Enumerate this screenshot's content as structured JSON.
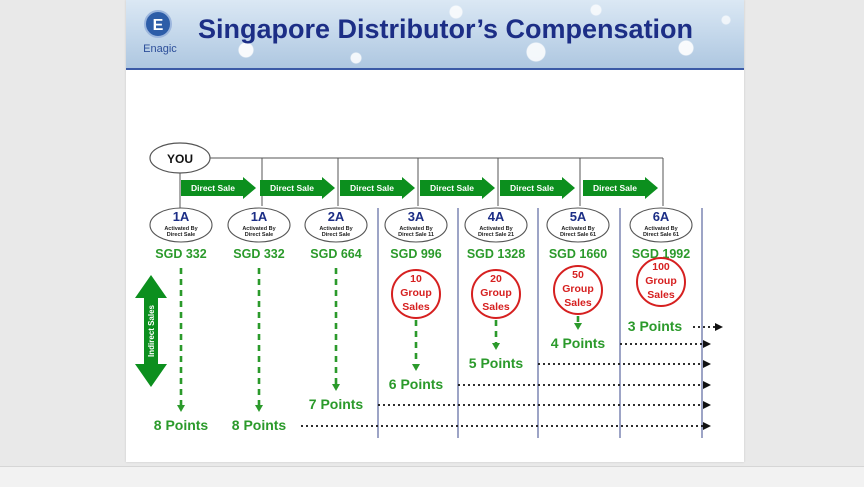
{
  "title": "Singapore Distributor’s Compensation",
  "logo_text": "Enagic",
  "logo_mark": "E",
  "logo_icon": "enagic-logo-icon",
  "colors": {
    "title": "#1c2e86",
    "green": "#2b9a2b",
    "arrow_green": "#0c8f1e",
    "red": "#d62020"
  },
  "root": "YOU",
  "arrow_label": "Direct Sale",
  "indirect_label": "Indirect Sales",
  "ranks": [
    {
      "rank": "1A",
      "note": [
        "Activated By",
        "Direct Sale"
      ],
      "amount": "SGD 332",
      "group": null,
      "points": "8 Points"
    },
    {
      "rank": "1A",
      "note": [
        "Activated By",
        "Direct Sale"
      ],
      "amount": "SGD 332",
      "group": null,
      "points": "8 Points"
    },
    {
      "rank": "2A",
      "note": [
        "Activated By",
        "Direct Sale"
      ],
      "amount": "SGD 664",
      "group": null,
      "points": "7 Points"
    },
    {
      "rank": "3A",
      "note": [
        "Activated By",
        "Direct Sale 11"
      ],
      "amount": "SGD 996",
      "group": [
        "10",
        "Group",
        "Sales"
      ],
      "points": "6 Points"
    },
    {
      "rank": "4A",
      "note": [
        "Activated By",
        "Direct Sale 21"
      ],
      "amount": "SGD 1328",
      "group": [
        "20",
        "Group",
        "Sales"
      ],
      "points": "5 Points"
    },
    {
      "rank": "5A",
      "note": [
        "Activated By",
        "Direct Sale 61"
      ],
      "amount": "SGD 1660",
      "group": [
        "50",
        "Group",
        "Sales"
      ],
      "points": "4 Points"
    },
    {
      "rank": "6A",
      "note": [
        "Activated By",
        "Direct Sale 61"
      ],
      "amount": "SGD 1992",
      "group": [
        "100",
        "Group",
        "Sales"
      ],
      "points": "3 Points"
    }
  ]
}
